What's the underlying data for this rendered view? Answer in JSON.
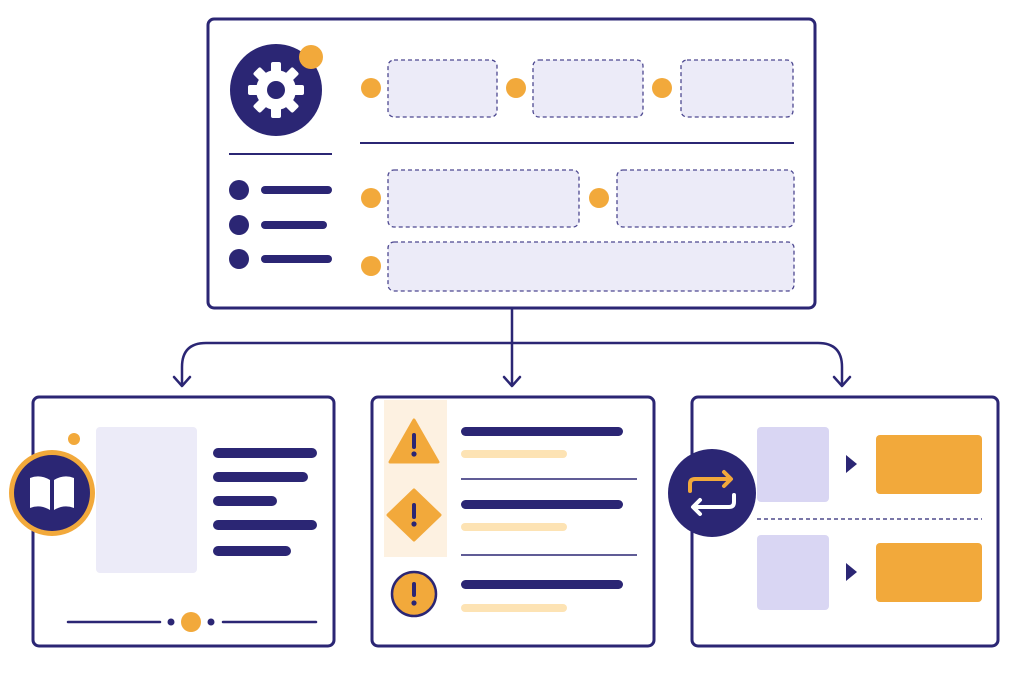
{
  "colors": {
    "navy": "#2b2674",
    "orange": "#f2a93b",
    "lavender": "#ecebf8",
    "lavender_dash": "#4d4890",
    "light_orange": "#fde3b4",
    "warning_panel": "#fdf1e1",
    "purple_light": "#d9d6f3",
    "background": "#ffffff"
  },
  "icons": {
    "main": "gear-icon",
    "left": "open-book-icon",
    "middle": [
      "warning-triangle-icon",
      "warning-diamond-icon",
      "warning-circle-icon"
    ],
    "right": "swap-arrows-icon",
    "mapping_arrow": "chevron-right-icon"
  },
  "main_panel": {
    "menu_items": 3,
    "top_field_count": 3,
    "middle_field_count": 2,
    "bottom_field_count": 1
  },
  "branches": 3,
  "left_panel": {
    "text_lines": 5
  },
  "middle_panel": {
    "alert_rows": 3
  },
  "right_panel": {
    "mappings": 2
  }
}
